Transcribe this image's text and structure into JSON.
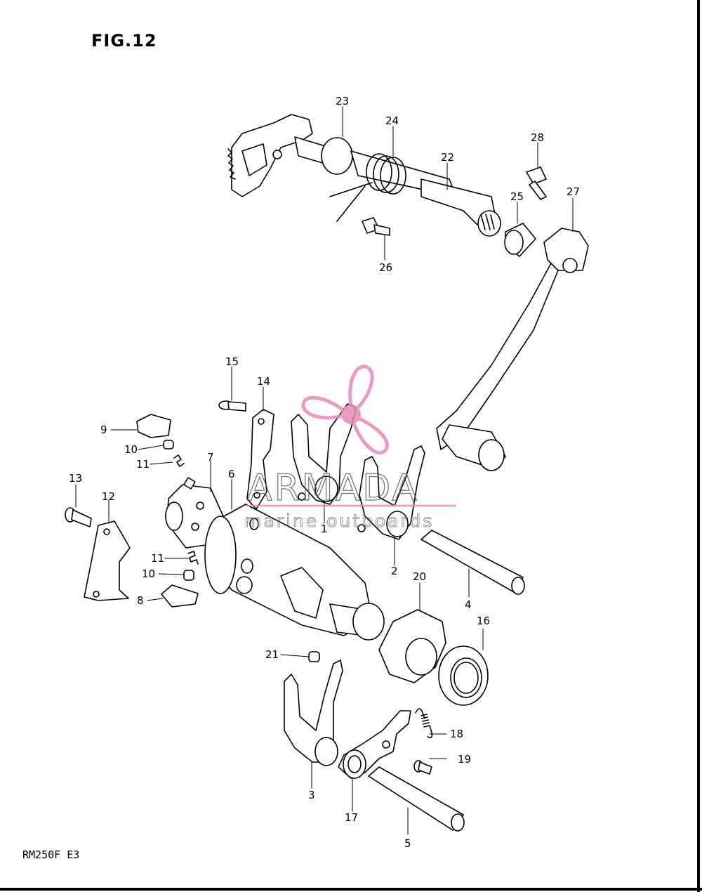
{
  "figure": {
    "title": "FIG.12",
    "model_code": "RM250F E3"
  },
  "watermark": {
    "brand": "ARMADA",
    "tagline": "marine outboards",
    "accent_color": "#e58bb7"
  },
  "callouts": [
    "23",
    "24",
    "22",
    "28",
    "25",
    "27",
    "26",
    "15",
    "14",
    "9",
    "10",
    "11",
    "7",
    "6",
    "1",
    "13",
    "12",
    "2",
    "11",
    "10",
    "8",
    "20",
    "4",
    "16",
    "21",
    "18",
    "19",
    "3",
    "17",
    "5"
  ]
}
